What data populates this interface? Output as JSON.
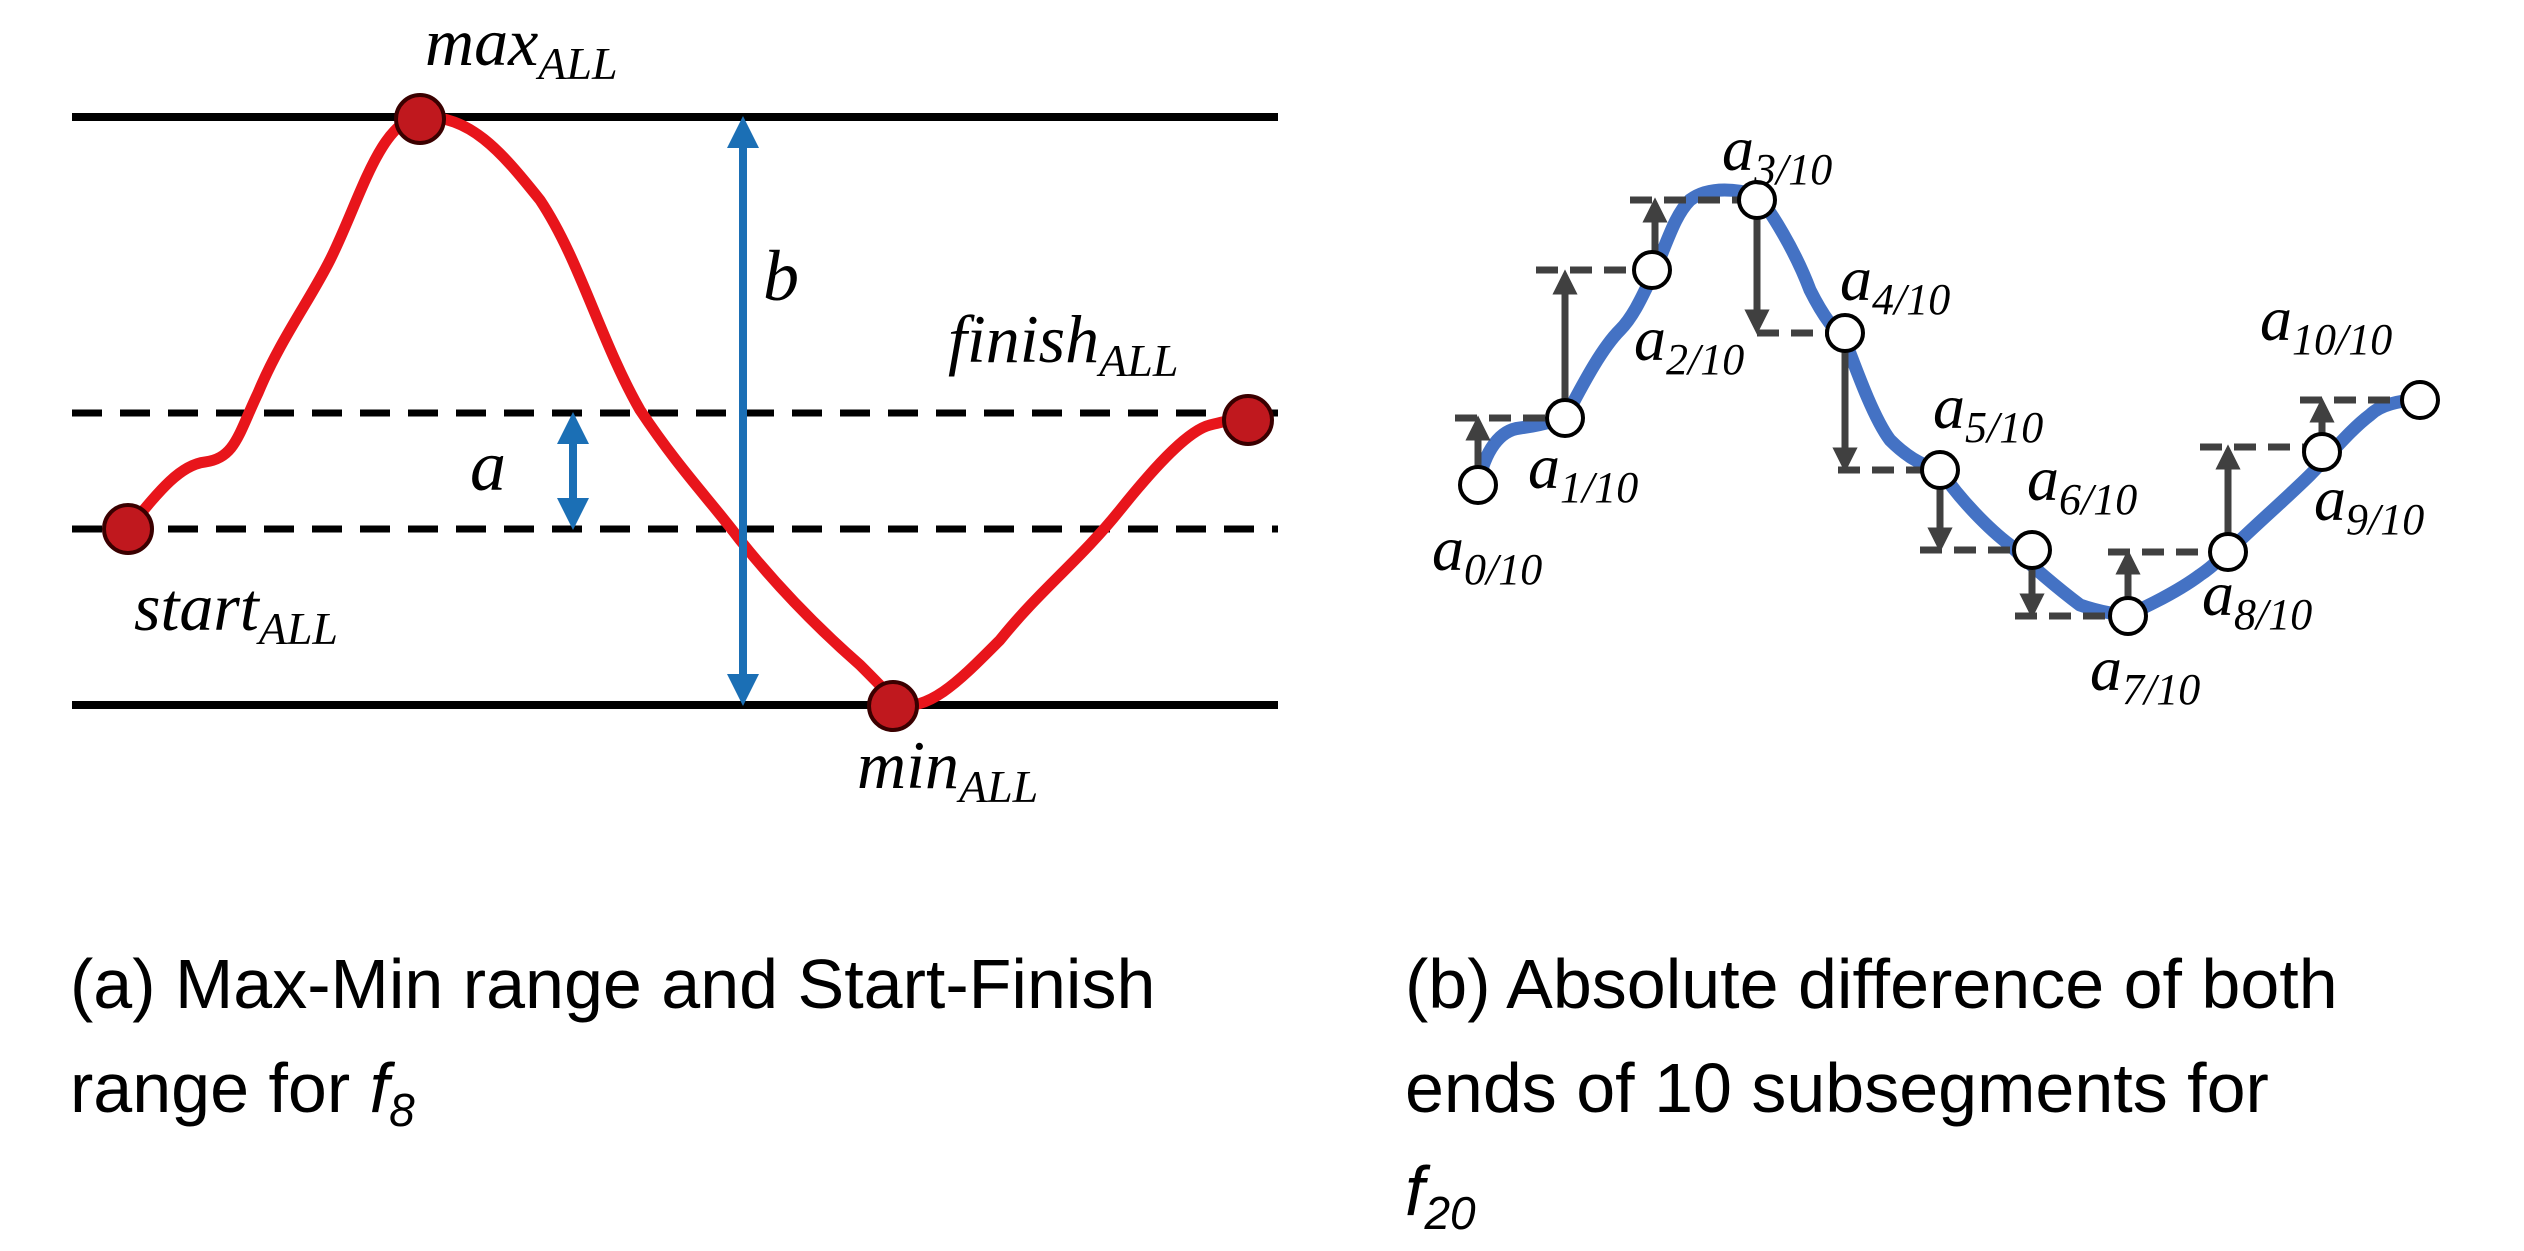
{
  "panel_a": {
    "labels": {
      "max_main": "max",
      "max_sub": "ALL",
      "min_main": "min",
      "min_sub": "ALL",
      "start_main": "start",
      "start_sub": "ALL",
      "finish_main": "finish",
      "finish_sub": "ALL",
      "a": "a",
      "b": "b"
    },
    "caption": {
      "line1": "(a) Max-Min range and Start-Finish",
      "line2_text": "range for ",
      "line2_var": "f",
      "line2_sub": "8"
    },
    "colors": {
      "curve": "#e8151b",
      "point": "#c0181e",
      "arrow": "#1b6fb5",
      "line": "#000000"
    }
  },
  "panel_b": {
    "labels": [
      {
        "main": "a",
        "sub": "0/10"
      },
      {
        "main": "a",
        "sub": "1/10"
      },
      {
        "main": "a",
        "sub": "2/10"
      },
      {
        "main": "a",
        "sub": "3/10"
      },
      {
        "main": "a",
        "sub": "4/10"
      },
      {
        "main": "a",
        "sub": "5/10"
      },
      {
        "main": "a",
        "sub": "6/10"
      },
      {
        "main": "a",
        "sub": "7/10"
      },
      {
        "main": "a",
        "sub": "8/10"
      },
      {
        "main": "a",
        "sub": "9/10"
      },
      {
        "main": "a",
        "sub": "10/10"
      }
    ],
    "caption": {
      "line1": "(b) Absolute difference of both",
      "line2": "ends of 10 subsegments for",
      "line3_var": "f",
      "line3_sub": "20"
    },
    "colors": {
      "curve": "#4472c4",
      "arrow": "#404040",
      "point_fill": "#ffffff"
    }
  }
}
